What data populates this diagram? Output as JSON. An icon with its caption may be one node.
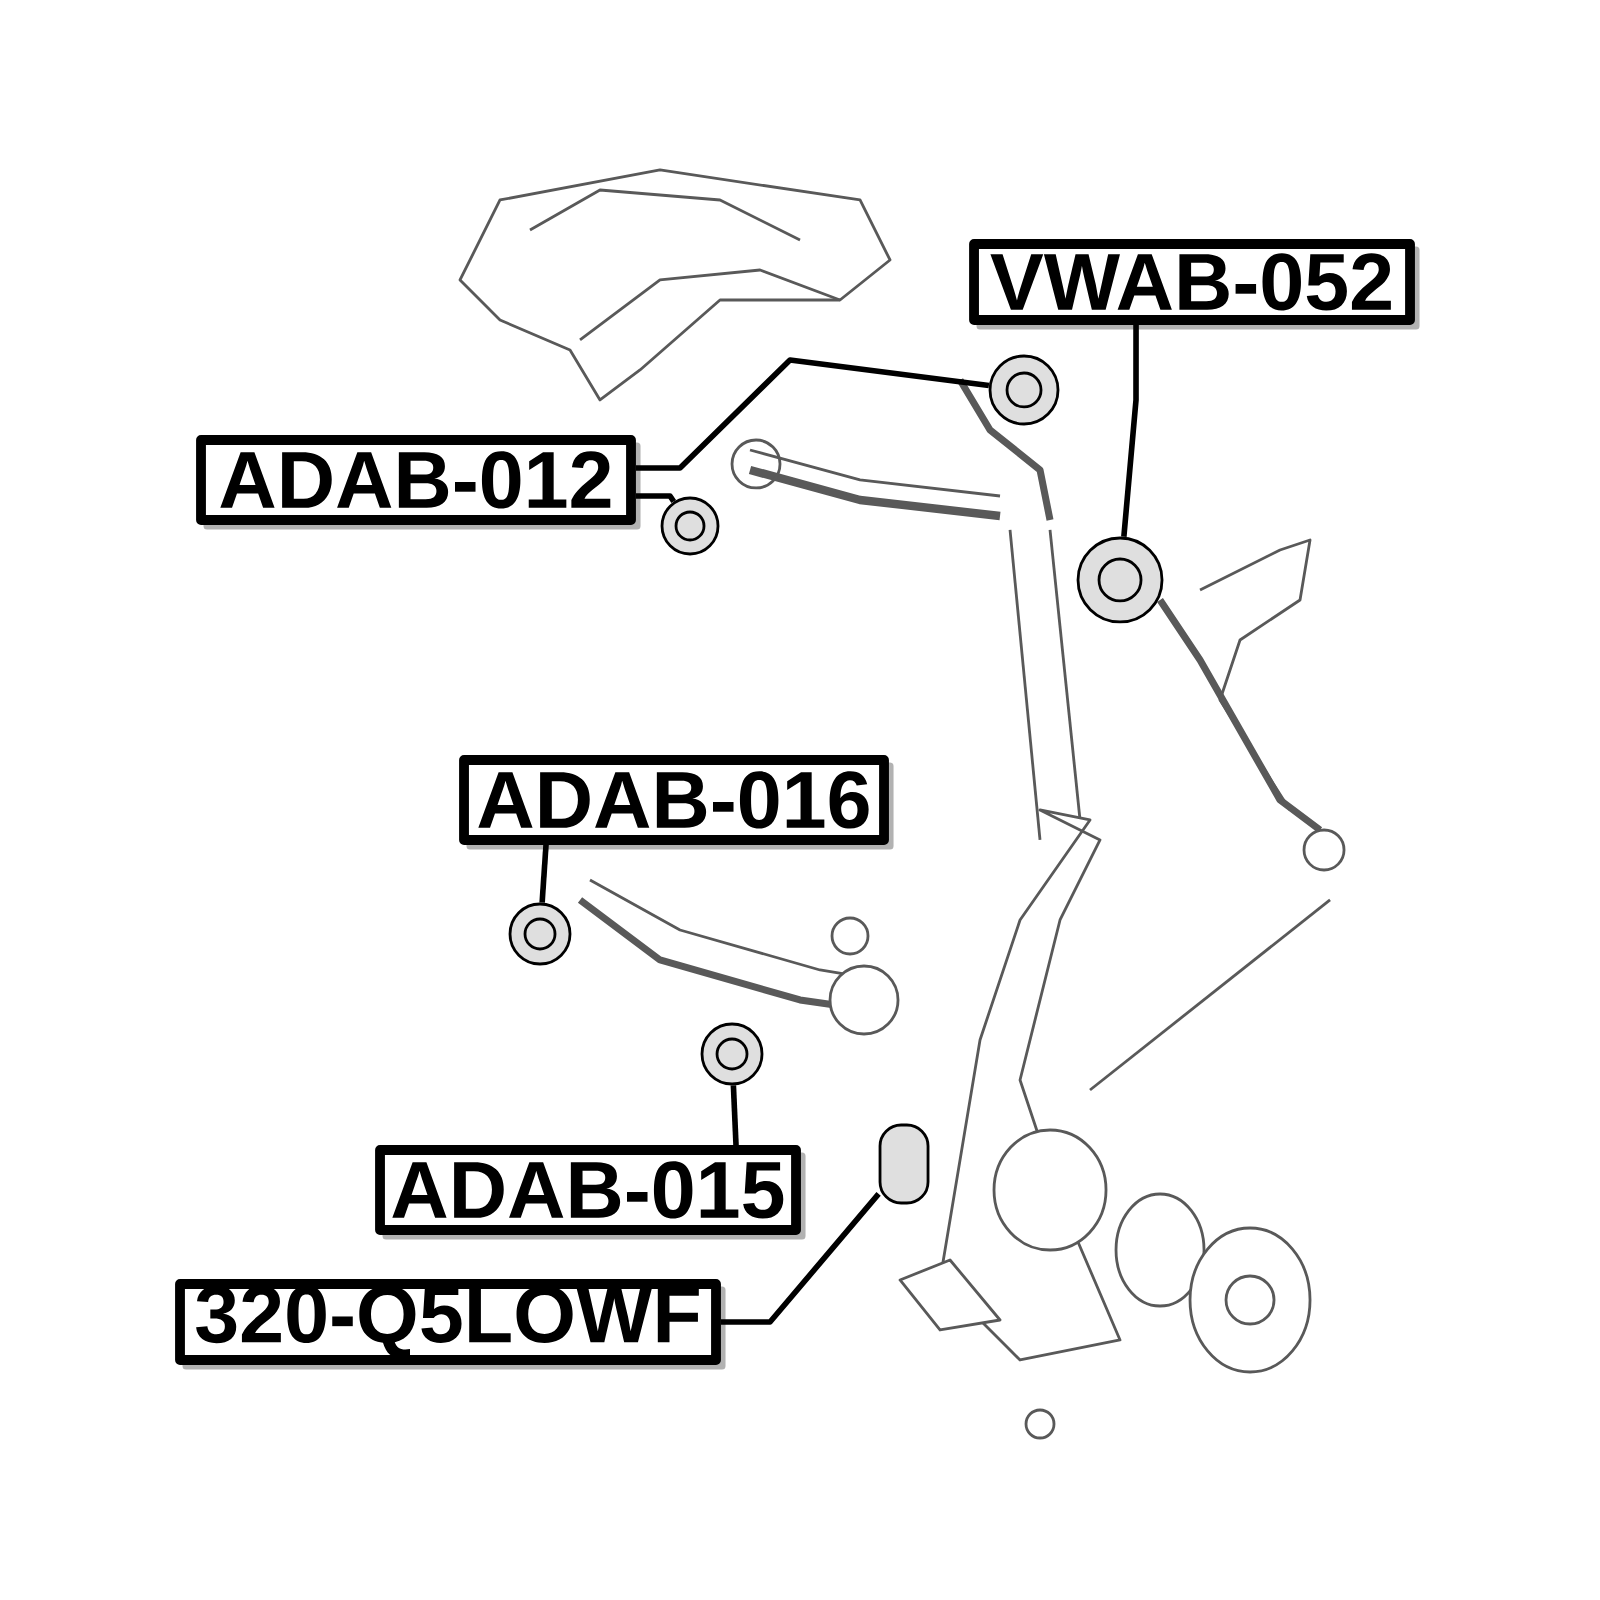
{
  "diagram": {
    "nodes": [
      {
        "text": [
          "VWAB-052"
        ]
      },
      {
        "text": [
          "ADAB-012"
        ]
      },
      {
        "text": [
          "ADAB-016"
        ]
      },
      {
        "text": [
          "ADAB-015"
        ]
      },
      {
        "text": [
          "320-Q5LOWF"
        ]
      },
      {
        "text": [],
        "shape": "circle"
      },
      {
        "text": [],
        "shape": "circle"
      },
      {
        "text": [],
        "shape": "circle"
      },
      {
        "text": [],
        "shape": "circle"
      },
      {
        "text": [],
        "shape": "circle"
      },
      {
        "text": [],
        "shape": "cylinder"
      }
    ],
    "edges": [
      {
        "from": 0,
        "to": 5,
        "arrow": "none"
      },
      {
        "from": 1,
        "to": 6,
        "arrow": "none"
      },
      {
        "from": 1,
        "to": 7,
        "arrow": "none"
      },
      {
        "from": 2,
        "to": 8,
        "arrow": "none"
      },
      {
        "from": 3,
        "to": 9,
        "arrow": "none"
      },
      {
        "from": 4,
        "to": 10,
        "arrow": "none"
      }
    ]
  }
}
